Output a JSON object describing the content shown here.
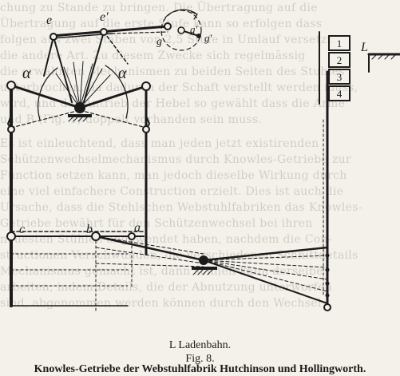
{
  "background_lines": [
    "chung zu Stande zu bringen. Die Übertragung auf die",
    "Übertragung auf die erste Stufe kann so erfolgen dass",
    "folgen aus zwei Stäben von 2,5 Stufe in Umlauf versetzt",
    "die andere Art. Zu diesem Zwecke sich regelmässig",
    "die erwähnten Mechanismen zu beiden Seiten des Stuhles",
    "unterbrochen, da dadurch der Schaft verstellt werden muss,",
    "wird, und der Antrieb der Hebel so gewählt dass die Arme",
    "und B (Fig. 1) doppelt vorhanden sein muss.",
    "Es ist einleuchtend, dass man jeden jetzt existirenden",
    "Schützenwechselmechanismus durch Knowles-Getriebe zur",
    "Function setzen kann, man jedoch dieselbe Wirkung durch",
    "eine viel einfachere Construction erzielt. Dies ist auch die",
    "Ursache, dass die Stehlschen Webstuhlfabriken das Knowles-",
    "Getriebe bewährt für den Schützenwechsel bei ihren",
    "neuesten Stühlen angewendet haben, nachdem die Con-",
    "structionen Verschwunden, die verschiedenen Schnittdetails",
    "Mechanismus gemacht ist, dann schnell kann derselbe",
    "arbeiten, indem Details, die der Abnutzung unterworfen",
    "sind, abgenommen werden können durch den Wechsel"
  ],
  "figure": {
    "labels": {
      "e": "e",
      "e_prime": "e′",
      "g": "g",
      "g_prime": "g′",
      "g_dprime": "g′",
      "alpha_left": "α",
      "alpha_right": "α",
      "c": "c",
      "b": "b",
      "a": "a",
      "L": "L",
      "box_1": "1",
      "box_2": "2",
      "box_3": "3",
      "box_4": "4"
    }
  },
  "captions": {
    "legend": "L Ladenbahn.",
    "fig_number": "Fig. 8.",
    "title": "Knowles-Getriebe der Webstuhlfabrik Hutchinson und Hollingworth."
  }
}
